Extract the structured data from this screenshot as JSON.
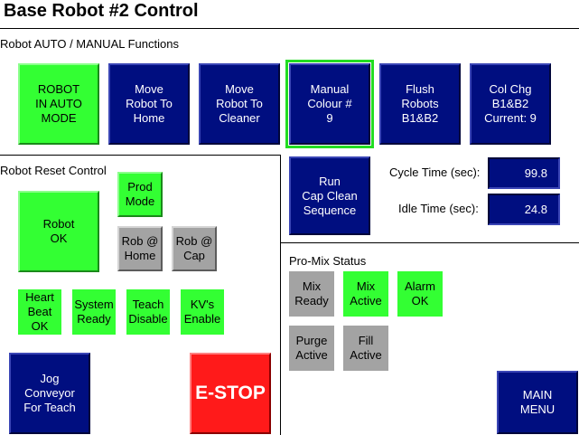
{
  "title": "Base Robot #2 Control",
  "sections": {
    "functions": "Robot AUTO / MANUAL Functions",
    "reset": "Robot Reset Control",
    "promix": "Pro-Mix Status"
  },
  "buttons": {
    "auto_mode": "ROBOT\nIN AUTO\nMODE",
    "move_home": "Move\nRobot To\nHome",
    "move_cleaner": "Move\nRobot To\nCleaner",
    "manual_colour": "Manual\nColour #\n9",
    "flush": "Flush\nRobots\nB1&B2",
    "col_chg": "Col Chg\nB1&B2\nCurrent: 9",
    "robot_ok": "Robot\nOK",
    "prod_mode": "Prod\nMode",
    "rob_home": "Rob @\nHome",
    "rob_cap": "Rob @\nCap",
    "run_cap_clean": "Run\nCap Clean\nSequence",
    "jog_conveyor": "Jog\nConveyor\nFor Teach",
    "estop": "E-STOP",
    "main_menu": "MAIN\nMENU"
  },
  "status": {
    "heart_beat": "Heart\nBeat\nOK",
    "system_ready": "System\nReady",
    "teach_disable": "Teach\nDisable",
    "kvs_enable": "KV's\nEnable"
  },
  "promix": {
    "mix_ready": "Mix\nReady",
    "mix_active": "Mix\nActive",
    "alarm_ok": "Alarm\nOK",
    "purge_active": "Purge\nActive",
    "fill_active": "Fill\nActive"
  },
  "timers": {
    "cycle_label": "Cycle Time (sec):",
    "cycle_value": "99.8",
    "idle_label": "Idle Time (sec):",
    "idle_value": "24.8"
  },
  "colors": {
    "navy": "#000e80",
    "green": "#33ff33",
    "grey": "#a3a3a3",
    "red": "#ff1a1a",
    "selected_outline": "#22dd22"
  }
}
